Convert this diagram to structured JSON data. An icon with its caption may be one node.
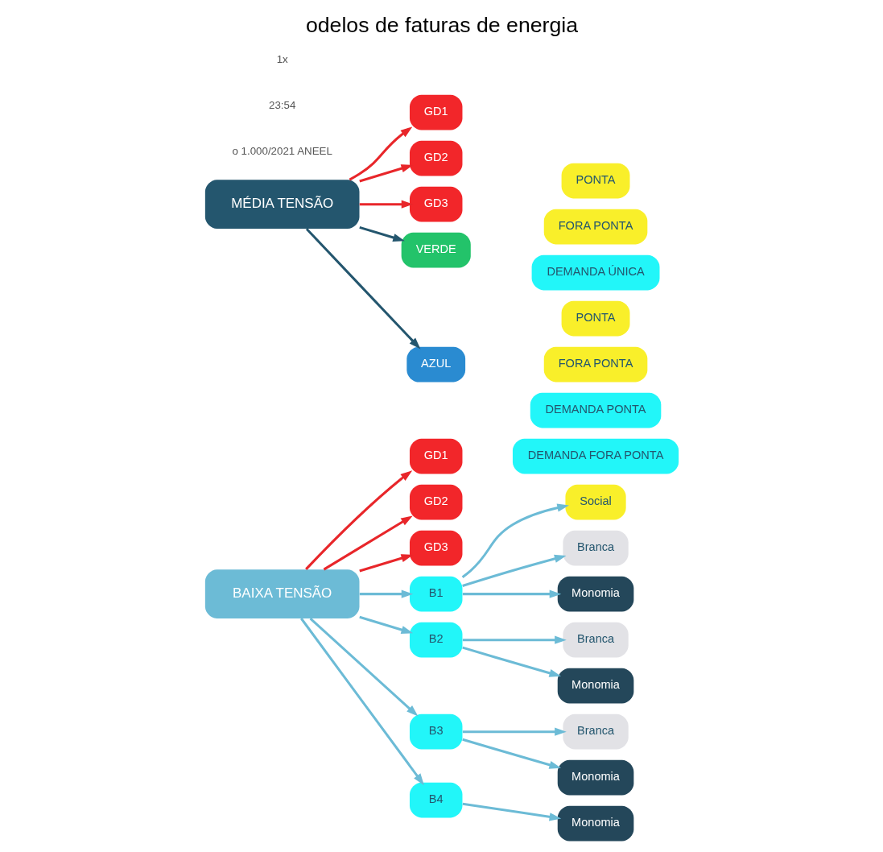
{
  "diagram": {
    "title": "odelos de faturas de energia",
    "nodes": [
      {
        "text": [
          "BAIXA TENSÃO"
        ]
      },
      {
        "text": [
          "GD1"
        ]
      },
      {
        "text": [
          "GD2"
        ]
      },
      {
        "text": [
          "GD3"
        ]
      },
      {
        "text": [
          "B1"
        ]
      },
      {
        "text": [
          "B2"
        ]
      },
      {
        "text": [
          "B3"
        ]
      },
      {
        "text": [
          "B4"
        ]
      },
      {
        "text": [
          "Social"
        ]
      },
      {
        "text": [
          "Branca"
        ]
      },
      {
        "text": [
          "Monomia"
        ]
      },
      {
        "text": [
          "Branca"
        ]
      },
      {
        "text": [
          "Monomia"
        ]
      },
      {
        "text": [
          "Branca"
        ]
      },
      {
        "text": [
          "Monomia"
        ]
      },
      {
        "text": [
          "Monomia"
        ]
      },
      {
        "text": [
          "MÉDIA TENSÃO"
        ]
      },
      {
        "text": [
          "GD1"
        ]
      },
      {
        "text": [
          "GD2"
        ]
      },
      {
        "text": [
          "GD3"
        ]
      },
      {
        "text": [
          "VERDE"
        ]
      },
      {
        "text": [
          "AZUL"
        ]
      },
      {
        "text": [
          "PONTA"
        ]
      },
      {
        "text": [
          "FORA PONTA"
        ]
      },
      {
        "text": [
          "DEMANDA ÚNICA"
        ]
      },
      {
        "text": [
          "PONTA"
        ]
      },
      {
        "text": [
          "FORA PONTA"
        ]
      },
      {
        "text": [
          "DEMANDA PONTA"
        ]
      },
      {
        "text": [
          "DEMANDA FORA PONTA"
        ]
      }
    ],
    "edges": [
      {
        "from": 0,
        "to": 1,
        "arrow": "to",
        "color": "#e8262a"
      },
      {
        "from": 0,
        "to": 2,
        "arrow": "to",
        "color": "#e8262a"
      },
      {
        "from": 0,
        "to": 3,
        "arrow": "to",
        "color": "#e8262a"
      },
      {
        "from": 0,
        "to": 4,
        "arrow": "to"
      },
      {
        "from": 0,
        "to": 5,
        "arrow": "to"
      },
      {
        "from": 0,
        "to": 6,
        "arrow": "to"
      },
      {
        "from": 0,
        "to": 7,
        "arrow": "to"
      },
      {
        "from": 4,
        "to": 8,
        "arrow": "to"
      },
      {
        "from": 4,
        "to": 9,
        "arrow": "to"
      },
      {
        "from": 4,
        "to": 10,
        "arrow": "to"
      },
      {
        "from": 5,
        "to": 11,
        "arrow": "to"
      },
      {
        "from": 5,
        "to": 12,
        "arrow": "to"
      },
      {
        "from": 6,
        "to": 13,
        "arrow": "to"
      },
      {
        "from": 6,
        "to": 14,
        "arrow": "to"
      },
      {
        "from": 7,
        "to": 15,
        "arrow": "to"
      },
      {
        "from": 16,
        "to": 17,
        "arrow": "to",
        "color": "#e8262a"
      },
      {
        "from": 16,
        "to": 18,
        "arrow": "to",
        "color": "#e8262a"
      },
      {
        "from": 16,
        "to": 19,
        "arrow": "to",
        "color": "#e8262a"
      },
      {
        "from": 16,
        "to": 20,
        "arrow": "to",
        "color": "#24566e"
      },
      {
        "from": 16,
        "to": 21,
        "arrow": "to",
        "color": "#24566e"
      }
    ],
    "labels": [
      "o 1.000/2021 ANEEL",
      "23:54",
      "1x"
    ]
  }
}
